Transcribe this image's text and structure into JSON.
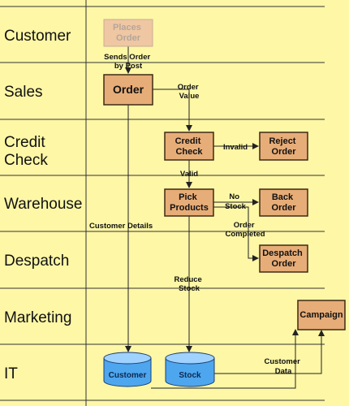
{
  "lanes": [
    {
      "id": "customer",
      "lines": [
        "Customer"
      ]
    },
    {
      "id": "sales",
      "lines": [
        "Sales"
      ]
    },
    {
      "id": "credit-check",
      "lines": [
        "Credit",
        "Check"
      ]
    },
    {
      "id": "warehouse",
      "lines": [
        "Warehouse"
      ]
    },
    {
      "id": "despatch",
      "lines": [
        "Despatch"
      ]
    },
    {
      "id": "marketing",
      "lines": [
        "Marketing"
      ]
    },
    {
      "id": "it",
      "lines": [
        "IT"
      ]
    }
  ],
  "boxes": [
    {
      "id": "places-order",
      "lines": [
        "Places",
        "Order"
      ],
      "style": "faded"
    },
    {
      "id": "order",
      "lines": [
        "Order"
      ],
      "style": "big"
    },
    {
      "id": "credit-check",
      "lines": [
        "Credit",
        "Check"
      ],
      "style": "normal"
    },
    {
      "id": "reject-order",
      "lines": [
        "Reject",
        "Order"
      ],
      "style": "normal"
    },
    {
      "id": "pick-products",
      "lines": [
        "Pick",
        "Products"
      ],
      "style": "normal"
    },
    {
      "id": "back-order",
      "lines": [
        "Back",
        "Order"
      ],
      "style": "normal"
    },
    {
      "id": "despatch-order",
      "lines": [
        "Despatch",
        "Order"
      ],
      "style": "normal"
    },
    {
      "id": "campaign",
      "lines": [
        "Campaign"
      ],
      "style": "normal"
    }
  ],
  "databases": [
    {
      "id": "customer-db",
      "label": "Customer"
    },
    {
      "id": "stock-db",
      "label": "Stock"
    }
  ],
  "connector_labels": [
    {
      "id": "sends-order-by-post",
      "lines": [
        "Sends Order",
        "by Post"
      ]
    },
    {
      "id": "order-value",
      "lines": [
        "Order",
        "Value"
      ]
    },
    {
      "id": "invalid",
      "lines": [
        "Invalid"
      ]
    },
    {
      "id": "valid",
      "lines": [
        "Valid"
      ]
    },
    {
      "id": "no-stock",
      "lines": [
        "No",
        "Stock"
      ]
    },
    {
      "id": "order-completed",
      "lines": [
        "Order",
        "Completed"
      ]
    },
    {
      "id": "customer-details",
      "lines": [
        "Customer Details"
      ]
    },
    {
      "id": "reduce-stock",
      "lines": [
        "Reduce",
        "Stock"
      ]
    },
    {
      "id": "customer-data",
      "lines": [
        "Customer",
        "Data"
      ]
    }
  ],
  "colors": {
    "background": "#fdf7a6",
    "box_fill": "#e7ad78",
    "box_faded_fill": "#efc7a2",
    "box_stroke": "#5a3a1e",
    "db_fill": "#4ea6ee",
    "db_top": "#9fd2ff",
    "line": "#222222"
  }
}
